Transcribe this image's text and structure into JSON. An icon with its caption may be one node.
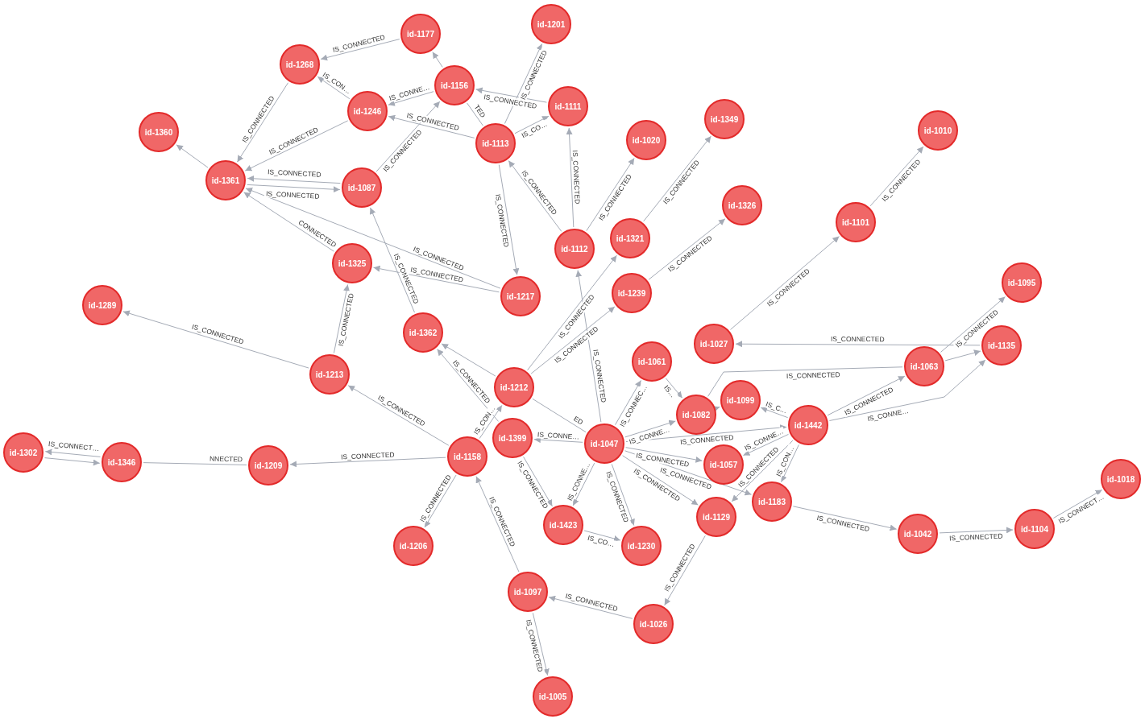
{
  "diagram": {
    "nodes": [
      {
        "text": [
          "id-1201"
        ]
      },
      {
        "text": [
          "id-1177"
        ]
      },
      {
        "text": [
          "id-1268"
        ]
      },
      {
        "text": [
          "id-1156"
        ]
      },
      {
        "text": [
          "id-1111"
        ]
      },
      {
        "text": [
          "id-1246"
        ]
      },
      {
        "text": [
          "id-1349"
        ]
      },
      {
        "text": [
          "id-1010"
        ]
      },
      {
        "text": [
          "id-1360"
        ]
      },
      {
        "text": [
          "id-1020"
        ]
      },
      {
        "text": [
          "id-1113"
        ]
      },
      {
        "text": [
          "id-1361"
        ]
      },
      {
        "text": [
          "id-1087"
        ]
      },
      {
        "text": [
          "id-1326"
        ]
      },
      {
        "text": [
          "id-1101"
        ]
      },
      {
        "text": [
          "id-1321"
        ]
      },
      {
        "text": [
          "id-1112"
        ]
      },
      {
        "text": [
          "id-1325"
        ]
      },
      {
        "text": [
          "id-1095"
        ]
      },
      {
        "text": [
          "id-1239"
        ]
      },
      {
        "text": [
          "id-1217"
        ]
      },
      {
        "text": [
          "id-1289"
        ]
      },
      {
        "text": [
          "id-1362"
        ]
      },
      {
        "text": [
          "id-1027"
        ]
      },
      {
        "text": [
          "id-1135"
        ]
      },
      {
        "text": [
          "id-1061"
        ]
      },
      {
        "text": [
          "id-1063"
        ]
      },
      {
        "text": [
          "id-1213"
        ]
      },
      {
        "text": [
          "id-1212"
        ]
      },
      {
        "text": [
          "id-1099"
        ]
      },
      {
        "text": [
          "id-1082"
        ]
      },
      {
        "text": [
          "id-1442"
        ]
      },
      {
        "text": [
          "id-1399"
        ]
      },
      {
        "text": [
          "id-1047"
        ]
      },
      {
        "text": [
          "id-1302"
        ]
      },
      {
        "text": [
          "id-1158"
        ]
      },
      {
        "text": [
          "id-1346"
        ]
      },
      {
        "text": [
          "id-1209"
        ]
      },
      {
        "text": [
          "id-1057"
        ]
      },
      {
        "text": [
          "id-1018"
        ]
      },
      {
        "text": [
          "id-1183"
        ]
      },
      {
        "text": [
          "id-1129"
        ]
      },
      {
        "text": [
          "id-1423"
        ]
      },
      {
        "text": [
          "id-1104"
        ]
      },
      {
        "text": [
          "id-1042"
        ]
      },
      {
        "text": [
          "id-1230"
        ]
      },
      {
        "text": [
          "id-1206"
        ]
      },
      {
        "text": [
          "id-1097"
        ]
      },
      {
        "text": [
          "id-1026"
        ]
      },
      {
        "text": [
          "id-1005"
        ]
      }
    ],
    "edges": [
      {
        "from": 1,
        "to": 2,
        "arrow": "to",
        "label": "IS_CONNECTED"
      },
      {
        "from": 5,
        "to": 2,
        "arrow": "to",
        "label": "IS_CON…"
      },
      {
        "from": 2,
        "to": 11,
        "arrow": "to",
        "label": "IS_CONNECTED"
      },
      {
        "from": 5,
        "to": 11,
        "arrow": "to",
        "label": "IS_CONNECTED"
      },
      {
        "from": 11,
        "to": 8,
        "arrow": "to"
      },
      {
        "from": 11,
        "to": 12,
        "arrow": "to",
        "label": "IS_CONNECTED"
      },
      {
        "from": 12,
        "to": 11,
        "arrow": "to",
        "label": "IS_CONNECTED"
      },
      {
        "from": 17,
        "to": 11,
        "arrow": "to",
        "label": "CONNECTED"
      },
      {
        "from": 20,
        "to": 11,
        "arrow": "to",
        "label": "IS_CONNECTED"
      },
      {
        "from": 20,
        "to": 17,
        "arrow": "to",
        "label": "IS_CONNECTED"
      },
      {
        "from": 27,
        "to": 17,
        "arrow": "to",
        "label": "IS_CONNECTED"
      },
      {
        "from": 22,
        "to": 12,
        "arrow": "to",
        "label": "IS_CONNECTED"
      },
      {
        "from": 12,
        "to": 3,
        "arrow": "to",
        "label": "IS_CONNECTED"
      },
      {
        "from": 3,
        "to": 1,
        "arrow": "to"
      },
      {
        "from": 3,
        "to": 5,
        "arrow": "to",
        "label": "IS_CONNE…"
      },
      {
        "from": 10,
        "to": 5,
        "arrow": "to",
        "label": "IS_CONNECTED"
      },
      {
        "from": 4,
        "to": 3,
        "arrow": "to",
        "label": "IS_CONNECTED"
      },
      {
        "from": 10,
        "to": 0,
        "arrow": "to",
        "label": "IS_CONNECTED"
      },
      {
        "from": 10,
        "to": 4,
        "arrow": "to",
        "label": "IS_CO…"
      },
      {
        "from": 10,
        "to": 3,
        "arrow": "none",
        "label": "TED"
      },
      {
        "from": 10,
        "to": 20,
        "arrow": "to",
        "label": "IS_CONNECTED"
      },
      {
        "from": 16,
        "to": 10,
        "arrow": "to",
        "label": "IS_CONNECTED"
      },
      {
        "from": 16,
        "to": 4,
        "arrow": "to",
        "label": "IS_CONNECTED"
      },
      {
        "from": 16,
        "to": 9,
        "arrow": "to",
        "label": "IS_CONNECTED"
      },
      {
        "from": 15,
        "to": 6,
        "arrow": "to",
        "label": "IS_CONNECTED"
      },
      {
        "from": 19,
        "to": 13,
        "arrow": "to",
        "label": "IS_CONNECTED"
      },
      {
        "from": 28,
        "to": 15,
        "arrow": "to",
        "label": "IS_CONNECTED"
      },
      {
        "from": 28,
        "to": 19,
        "arrow": "to",
        "label": "IS_CONNECTED"
      },
      {
        "from": 33,
        "to": 16,
        "arrow": "to",
        "label": "IS_CONNECTED"
      },
      {
        "from": 28,
        "to": 22,
        "arrow": "to"
      },
      {
        "from": 32,
        "to": 22,
        "arrow": "to",
        "label": "IS_CONNECTED"
      },
      {
        "from": 35,
        "to": 28,
        "arrow": "to",
        "label": "IS_CON…"
      },
      {
        "from": 33,
        "to": 28,
        "arrow": "none",
        "label": "ED"
      },
      {
        "from": 35,
        "to": 27,
        "arrow": "to",
        "label": "IS_CONNECTED"
      },
      {
        "from": 27,
        "to": 21,
        "arrow": "to",
        "label": "IS_CONNECTED"
      },
      {
        "from": 35,
        "to": 37,
        "arrow": "to",
        "label": "IS_CONNECTED"
      },
      {
        "from": 37,
        "to": 36,
        "arrow": "none",
        "label": "NNECTED"
      },
      {
        "from": 36,
        "to": 34,
        "arrow": "to",
        "label": "IS_CONNECT…"
      },
      {
        "from": 34,
        "to": 36,
        "arrow": "to"
      },
      {
        "from": 35,
        "to": 46,
        "arrow": "to",
        "label": "IS_CONNECTED"
      },
      {
        "from": 47,
        "to": 35,
        "arrow": "to",
        "label": "IS_CONNECTED"
      },
      {
        "from": 47,
        "to": 49,
        "arrow": "to",
        "label": "IS_CONNECTED"
      },
      {
        "from": 48,
        "to": 47,
        "arrow": "to",
        "label": "IS_CONNECTED"
      },
      {
        "from": 41,
        "to": 48,
        "arrow": "to",
        "label": "IS_CONNECTED"
      },
      {
        "from": 33,
        "to": 32,
        "arrow": "to",
        "label": "IS_CONNE…"
      },
      {
        "from": 32,
        "to": 42,
        "arrow": "to",
        "label": "IS_CONNECTED"
      },
      {
        "from": 33,
        "to": 42,
        "arrow": "to",
        "label": "IS_CONNE…"
      },
      {
        "from": 33,
        "to": 45,
        "arrow": "to",
        "label": "IS_CONNECTED"
      },
      {
        "from": 42,
        "to": 45,
        "arrow": "to",
        "label": "IS_CO…"
      },
      {
        "from": 33,
        "to": 25,
        "arrow": "to",
        "label": "IS_CONNEC…"
      },
      {
        "from": 25,
        "to": 30,
        "arrow": "to",
        "label": "IS…"
      },
      {
        "from": 33,
        "to": 30,
        "arrow": "to",
        "label": "IS_CONNE…"
      },
      {
        "from": 30,
        "to": 29,
        "arrow": "to"
      },
      {
        "from": 30,
        "to": 26,
        "arrow": "none",
        "label": "IS_CONNECTED"
      },
      {
        "from": 33,
        "to": 31,
        "arrow": "to",
        "label": "IS_CONNECTED"
      },
      {
        "from": 31,
        "to": 29,
        "arrow": "to",
        "label": "IS_C…"
      },
      {
        "from": 31,
        "to": 38,
        "arrow": "to",
        "label": "IS_CONNE…"
      },
      {
        "from": 31,
        "to": 41,
        "arrow": "to",
        "label": "IS_CONNECTED"
      },
      {
        "from": 31,
        "to": 40,
        "arrow": "to",
        "label": "IS_CON…"
      },
      {
        "from": 31,
        "to": 26,
        "arrow": "to",
        "label": "IS_CONNECTED"
      },
      {
        "from": 31,
        "to": 24,
        "arrow": "to",
        "label": "IS_CONNE…"
      },
      {
        "from": 26,
        "to": 24,
        "arrow": "to"
      },
      {
        "from": 26,
        "to": 18,
        "arrow": "to",
        "label": "IS_CONNECTED"
      },
      {
        "from": 24,
        "to": 23,
        "arrow": "to",
        "label": "IS_CONNECTED"
      },
      {
        "from": 23,
        "to": 14,
        "arrow": "to",
        "label": "IS_CONNECTED"
      },
      {
        "from": 14,
        "to": 7,
        "arrow": "to",
        "label": "IS_CONNECTED"
      },
      {
        "from": 33,
        "to": 38,
        "arrow": "to",
        "label": "IS_CONNECTED"
      },
      {
        "from": 33,
        "to": 40,
        "arrow": "to",
        "label": "IS_CONNECTED"
      },
      {
        "from": 33,
        "to": 41,
        "arrow": "to",
        "label": "IS_CONNECTED"
      },
      {
        "from": 40,
        "to": 44,
        "arrow": "to",
        "label": "IS_CONNECTED"
      },
      {
        "from": 44,
        "to": 43,
        "arrow": "to",
        "label": "IS_CONNECTED"
      },
      {
        "from": 43,
        "to": 39,
        "arrow": "to",
        "label": "IS_CONNECT…"
      }
    ]
  }
}
